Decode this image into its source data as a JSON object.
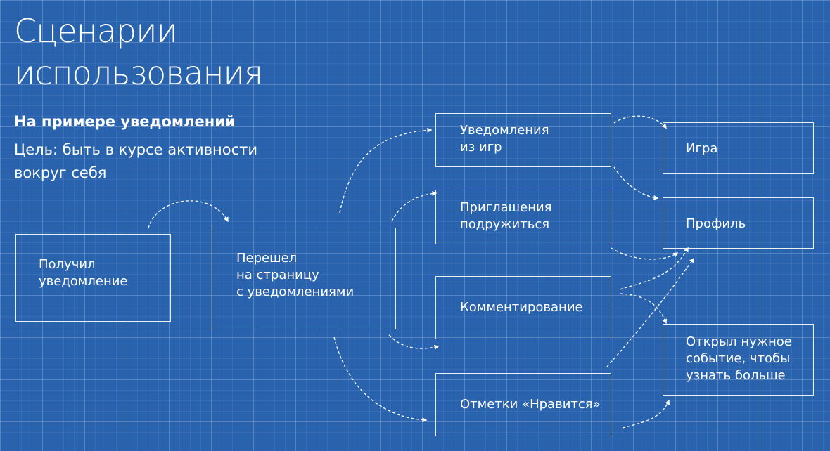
{
  "title": "Сценарии\nиспользования",
  "subtitle": "На примере уведомлений",
  "goal": "Цель: быть в курсе активности\nвокруг себя",
  "boxes": {
    "received": "Получил\nуведомление",
    "navigated": "Перешел\nна страницу\nс уведомлениями",
    "game_notifications": "Уведомления\nиз игр",
    "friend_invites": "Приглашения\nподружиться",
    "commenting": "Комментирование",
    "likes": "Отметки «Нравится»",
    "game": "Игра",
    "profile": "Профиль",
    "opened_event": "Открыл нужное\nсобытие, чтобы\nузнать больше"
  },
  "colors": {
    "background": "#2a63ad",
    "foreground": "#ffffff"
  }
}
